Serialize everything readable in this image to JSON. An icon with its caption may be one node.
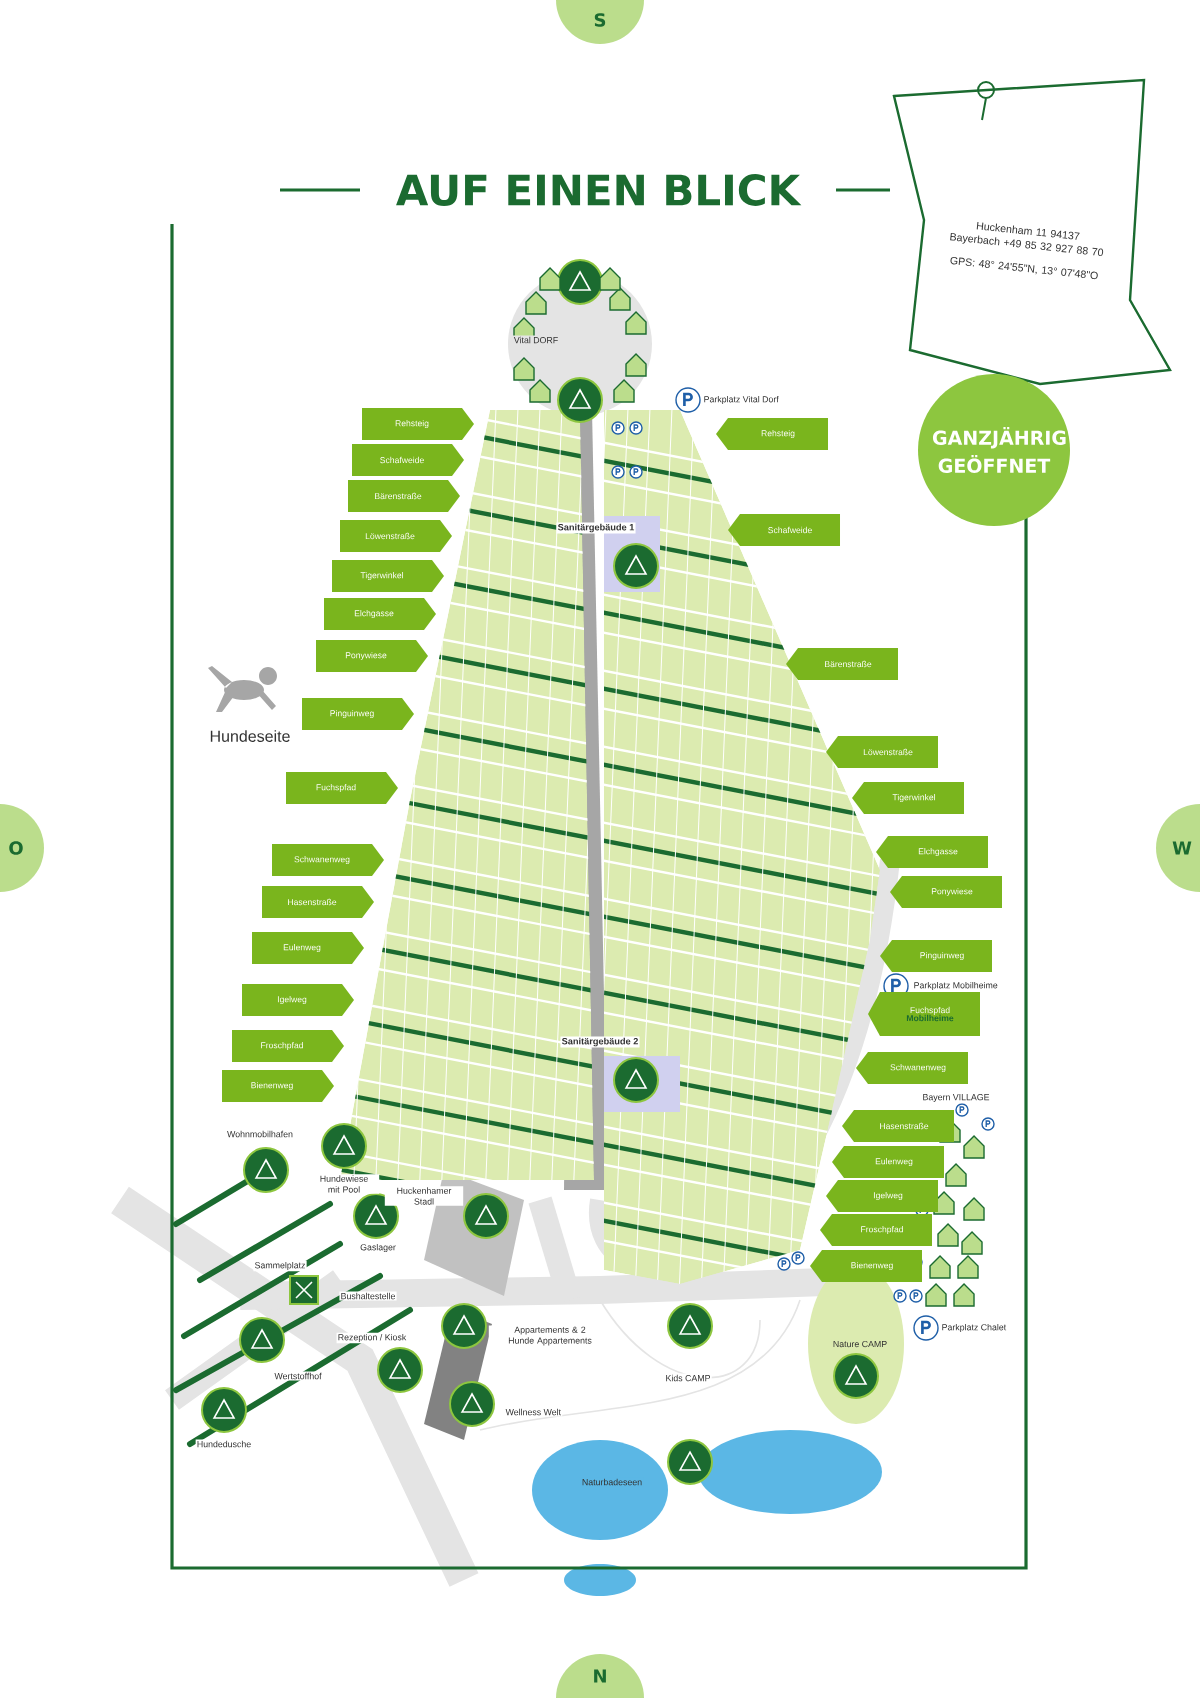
{
  "diagram": {
    "title": "AUF EINEN BLICK",
    "nodes": [
      {
        "text": [
          "Rehsteig"
        ]
      },
      {
        "text": [
          "Schafweide"
        ]
      },
      {
        "text": [
          "Bärenstraße"
        ]
      },
      {
        "text": [
          "Löwenstraße"
        ]
      },
      {
        "text": [
          "Tigerwinkel"
        ]
      },
      {
        "text": [
          "Elchgasse"
        ]
      },
      {
        "text": [
          "Ponywiese"
        ]
      },
      {
        "text": [
          "Pinguinweg"
        ]
      },
      {
        "text": [
          "Fuchspfad"
        ]
      },
      {
        "text": [
          "Schwanenweg"
        ]
      },
      {
        "text": [
          "Hasenstraße"
        ]
      },
      {
        "text": [
          "Eulenweg"
        ]
      },
      {
        "text": [
          "Igelweg"
        ]
      },
      {
        "text": [
          "Froschpfad"
        ]
      },
      {
        "text": [
          "Bienenweg"
        ]
      },
      {
        "text": [
          "Rehsteig"
        ]
      },
      {
        "text": [
          "Schafweide"
        ]
      },
      {
        "text": [
          "Bärenstraße"
        ]
      },
      {
        "text": [
          "Löwenstraße"
        ]
      },
      {
        "text": [
          "Tigerwinkel"
        ]
      },
      {
        "text": [
          "Elchgasse"
        ]
      },
      {
        "text": [
          "Ponywiese"
        ]
      },
      {
        "text": [
          "Pinguinweg"
        ]
      },
      {
        "text": [
          "Fuchspfad",
          "Mobilheime"
        ]
      },
      {
        "text": [
          "Schwanenweg"
        ]
      },
      {
        "text": [
          "Hasenstraße"
        ]
      },
      {
        "text": [
          "Eulenweg"
        ]
      },
      {
        "text": [
          "Igelweg"
        ]
      },
      {
        "text": [
          "Froschpfad"
        ]
      },
      {
        "text": [
          "Bienenweg"
        ]
      },
      {
        "text": [
          "Huckenham 11 94137 Bayerbach +49 85 32 927 88 70",
          "GPS: 48° 24'55\"N, 13° 07'48\"O"
        ]
      },
      {
        "text": [
          "GANZJÄHRIG GEÖFFNET"
        ]
      },
      {
        "text": [
          "S"
        ]
      },
      {
        "text": [
          "O"
        ]
      },
      {
        "text": [
          "W"
        ]
      },
      {
        "text": [
          "N"
        ]
      }
    ],
    "labels": [
      "Vital DORF",
      "Parkplatz Vital Dorf",
      "Sanitärgebäude 1",
      "Hundeseite",
      "Parkplatz Mobilheime",
      "Sanitärgebäude 2",
      "Bayern VILLAGE",
      "Wohnmobilhafen",
      "Hundewiese mit Pool",
      "Huckenhamer Stadl",
      "Gaslager",
      "Sammelplatz",
      "Bushaltestelle",
      "Appartements & 2 Hunde Appartements",
      "Rezeption / Kiosk",
      "Parkplatz Chalet",
      "Nature CAMP",
      "Kids CAMP",
      "Wertstoffhof",
      "Wellness Welt",
      "Hundedusche",
      "Naturbadeseen"
    ]
  }
}
